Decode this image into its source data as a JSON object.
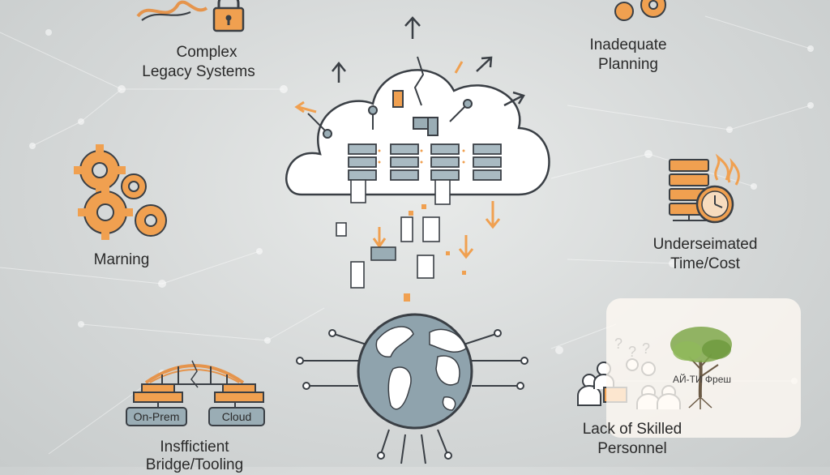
{
  "labels": {
    "complex_line1": "Complex",
    "complex_line2": "Legacy Systems",
    "planning_line1": "Inadequate",
    "planning_line2": "Planning",
    "marning": "Marning",
    "under_line1": "Underseimated",
    "under_line2": "Time/Cost",
    "onprem": "On-Prem",
    "cloud": "Cloud",
    "bridge_line1": "Insffictient",
    "bridge_line2": "Bridge/Tooling",
    "lack_line1": "Lack of Skilled",
    "lack_line2": "Personnel"
  },
  "watermark": {
    "text": "АЙ-ТИ Фреш"
  },
  "colors": {
    "accent": "#f0a050",
    "stroke": "#3a3f45",
    "globe": "#8fa3ad"
  },
  "icons": [
    "tangled-cable-icon",
    "padlock-icon",
    "gears-icon",
    "server-rack-icon",
    "clock-icon",
    "fire-icon",
    "bridge-icon",
    "cloud-server-icon",
    "globe-icon",
    "people-icon",
    "tree-logo-icon"
  ]
}
